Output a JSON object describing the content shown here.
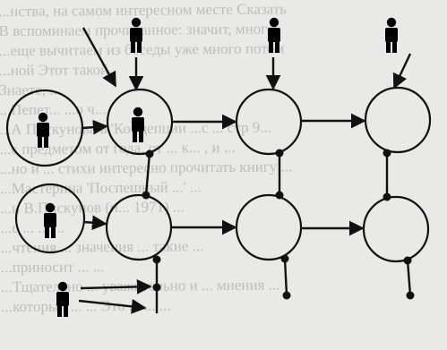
{
  "background_text": [
    "...нства, на самом интересном месте Сказать",
    "В вспоминаем прочитанное: значит, много",
    "...еще вычитаем из беседы уже много потом",
    "...ной Этот такой",
    "Знаете, ...",
    "...Пепет... ...о ч...",
    "...А Пискунова в 'Концепции ...с ... стр 9...",
    "...с предметом от года, от ... к... , и ...",
    "...но и ... стихи интересно прочитать книгу ...",
    "...Мастерина 'Поспешный ...' ...",
    "...и В.Пискунов (и... 1971) ...",
    "...с ... ... ...",
    "...чтения ... значения ... такие ...",
    "...приносит ... ...",
    "...Тщательно ... уважительно и ... мнения ...",
    "...который ... ... Это ... ... ..."
  ],
  "icons": {
    "person": "person-icon",
    "node": "circle-node",
    "connector": "dot-marker"
  },
  "colors": {
    "ink": "#111111",
    "paper": "#e9e9e7",
    "faded_text": "#9a9a98"
  }
}
